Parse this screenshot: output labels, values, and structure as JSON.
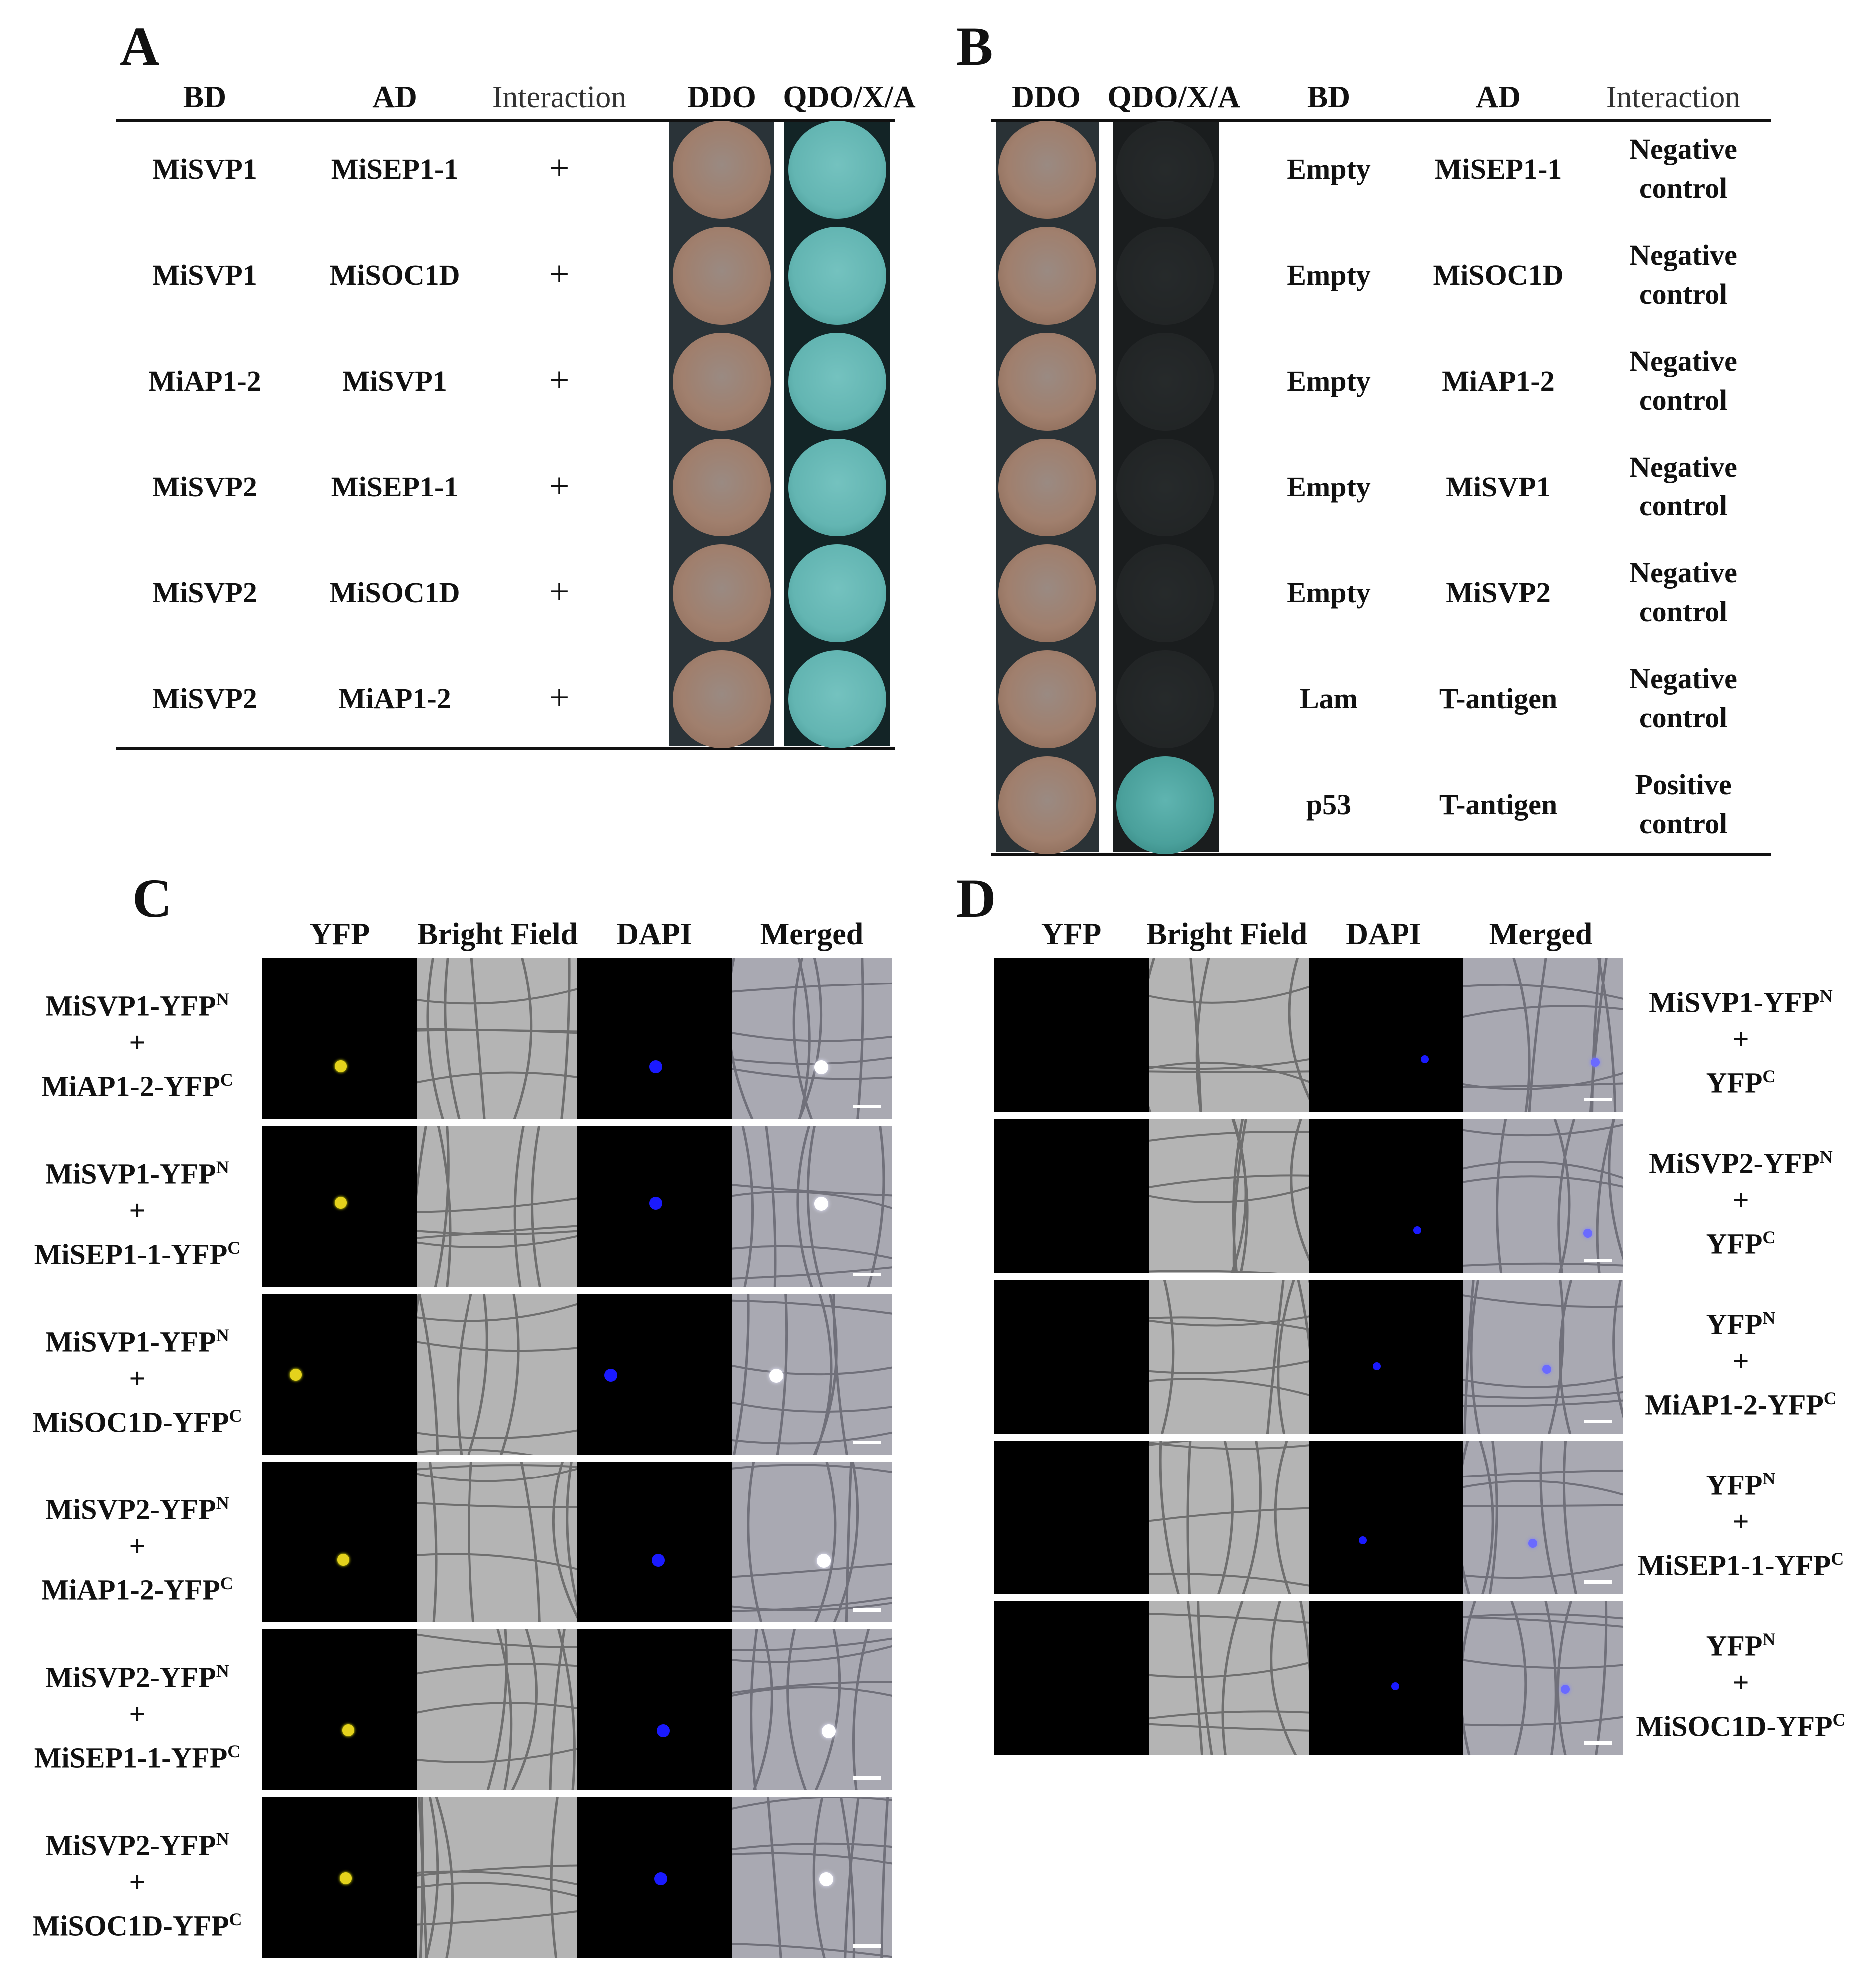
{
  "panels": {
    "A": {
      "label": "A",
      "headers": {
        "bd": "BD",
        "ad": "AD",
        "interaction": "Interaction",
        "ddo": "DDO",
        "qdo": "QDO/X/A"
      },
      "rows": [
        {
          "bd": "MiSVP1",
          "ad": "MiSEP1-1",
          "interaction": "+"
        },
        {
          "bd": "MiSVP1",
          "ad": "MiSOC1D",
          "interaction": "+"
        },
        {
          "bd": "MiAP1-2",
          "ad": "MiSVP1",
          "interaction": "+"
        },
        {
          "bd": "MiSVP2",
          "ad": "MiSEP1-1",
          "interaction": "+"
        },
        {
          "bd": "MiSVP2",
          "ad": "MiSOC1D",
          "interaction": "+"
        },
        {
          "bd": "MiSVP2",
          "ad": "MiAP1-2",
          "interaction": "+"
        }
      ]
    },
    "B": {
      "label": "B",
      "headers": {
        "ddo": "DDO",
        "qdo": "QDO/X/A",
        "bd": "BD",
        "ad": "AD",
        "interaction": "Interaction"
      },
      "rows": [
        {
          "bd": "Empty",
          "ad": "MiSEP1-1",
          "interaction_line1": "Negative",
          "interaction_line2": "control"
        },
        {
          "bd": "Empty",
          "ad": "MiSOC1D",
          "interaction_line1": "Negative",
          "interaction_line2": "control"
        },
        {
          "bd": "Empty",
          "ad": "MiAP1-2",
          "interaction_line1": "Negative",
          "interaction_line2": "control"
        },
        {
          "bd": "Empty",
          "ad": "MiSVP1",
          "interaction_line1": "Negative",
          "interaction_line2": "control"
        },
        {
          "bd": "Empty",
          "ad": "MiSVP2",
          "interaction_line1": "Negative",
          "interaction_line2": "control"
        },
        {
          "bd": "Lam",
          "ad": "T-antigen",
          "interaction_line1": "Negative",
          "interaction_line2": "control"
        },
        {
          "bd": "p53",
          "ad": "T-antigen",
          "interaction_line1": "Positive",
          "interaction_line2": "control"
        }
      ]
    },
    "C": {
      "label": "C",
      "headers": {
        "yfp": "YFP",
        "bright": "Bright Field",
        "dapi": "DAPI",
        "merged": "Merged"
      },
      "rows": [
        {
          "line1": "MiSVP1-YFP",
          "sup1": "N",
          "plus": "+",
          "line2": "MiAP1-2-YFP",
          "sup2": "C"
        },
        {
          "line1": "MiSVP1-YFP",
          "sup1": "N",
          "plus": "+",
          "line2": "MiSEP1-1-YFP",
          "sup2": "C"
        },
        {
          "line1": "MiSVP1-YFP",
          "sup1": "N",
          "plus": "+",
          "line2": "MiSOC1D-YFP",
          "sup2": "C"
        },
        {
          "line1": "MiSVP2-YFP",
          "sup1": "N",
          "plus": "+",
          "line2": "MiAP1-2-YFP",
          "sup2": "C"
        },
        {
          "line1": "MiSVP2-YFP",
          "sup1": "N",
          "plus": "+",
          "line2": "MiSEP1-1-YFP",
          "sup2": "C"
        },
        {
          "line1": "MiSVP2-YFP",
          "sup1": "N",
          "plus": "+",
          "line2": "MiSOC1D-YFP",
          "sup2": "C"
        }
      ]
    },
    "D": {
      "label": "D",
      "headers": {
        "yfp": "YFP",
        "bright": "Bright Field",
        "dapi": "DAPI",
        "merged": "Merged"
      },
      "rows": [
        {
          "line1": "MiSVP1-YFP",
          "sup1": "N",
          "plus": "+",
          "line2": "YFP",
          "sup2": "C"
        },
        {
          "line1": "MiSVP2-YFP",
          "sup1": "N",
          "plus": "+",
          "line2": "YFP",
          "sup2": "C"
        },
        {
          "line1": "YFP",
          "sup1": "N",
          "plus": "+",
          "line2": "MiAP1-2-YFP",
          "sup2": "C"
        },
        {
          "line1": "YFP",
          "sup1": "N",
          "plus": "+",
          "line2": "MiSEP1-1-YFP",
          "sup2": "C"
        },
        {
          "line1": "YFP",
          "sup1": "N",
          "plus": "+",
          "line2": "MiSOC1D-YFP",
          "sup2": "C"
        }
      ]
    }
  },
  "colors": {
    "colony_brown": "#a07f6d",
    "colony_blue": "#63b5b2",
    "yfp_signal": "#e4d21c",
    "dapi_signal": "#1a1aff"
  }
}
